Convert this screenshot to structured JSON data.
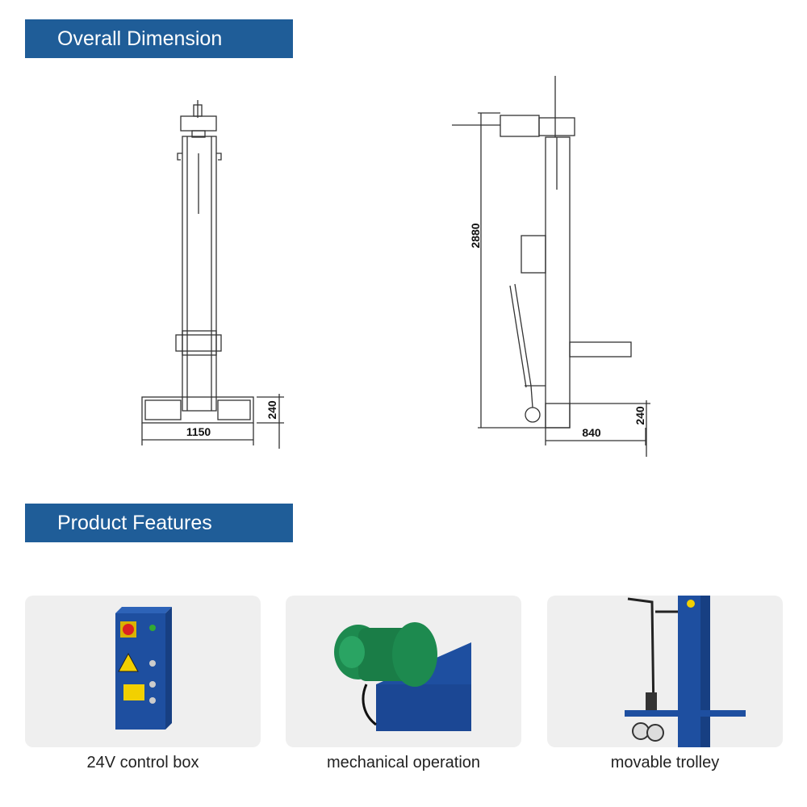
{
  "sections": {
    "dimension_title": "Overall Dimension",
    "features_title": "Product Features"
  },
  "drawing": {
    "front_width_label": "1150",
    "front_height_label": "240",
    "side_total_height_label": "2880",
    "side_width_label": "840",
    "side_base_height_label": "240"
  },
  "features": [
    {
      "caption": "24V control box",
      "icon": "control-box"
    },
    {
      "caption": "mechanical operation",
      "icon": "green-motor"
    },
    {
      "caption": "movable trolley",
      "icon": "trolley"
    }
  ],
  "colors": {
    "header_bg": "#1f5d98",
    "card_bg": "#efefef",
    "machine_blue": "#1e4fa0",
    "motor_green": "#1d8a4f"
  }
}
